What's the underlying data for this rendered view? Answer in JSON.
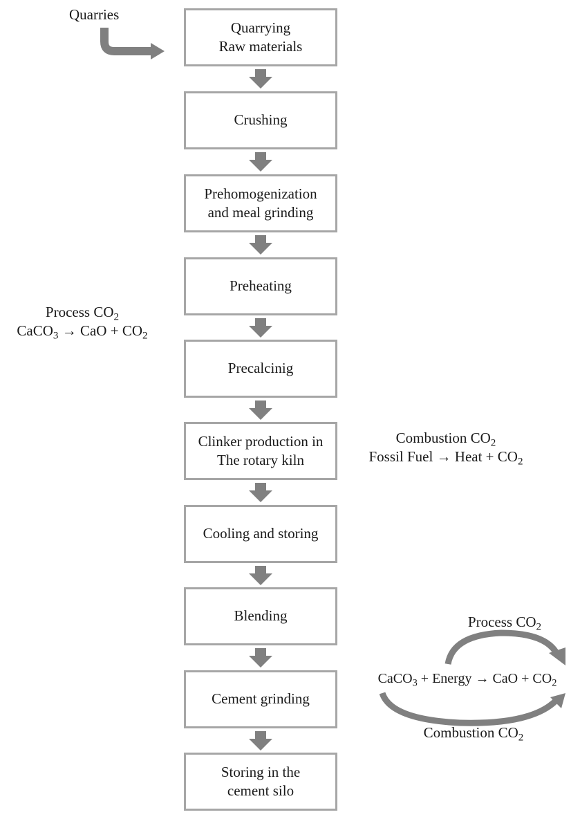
{
  "quarries_label": "Quarries",
  "steps": [
    {
      "lines": [
        "Quarrying",
        "Raw materials"
      ]
    },
    {
      "lines": [
        "Crushing"
      ]
    },
    {
      "lines": [
        "Prehomogenization",
        "and meal grinding"
      ]
    },
    {
      "lines": [
        "Preheating"
      ]
    },
    {
      "lines": [
        "Precalcinig"
      ]
    },
    {
      "lines": [
        "Clinker production in",
        "The rotary kiln"
      ]
    },
    {
      "lines": [
        "Cooling and storing"
      ]
    },
    {
      "lines": [
        "Blending"
      ]
    },
    {
      "lines": [
        "Cement grinding"
      ]
    },
    {
      "lines": [
        "Storing in the",
        "cement silo"
      ]
    }
  ],
  "process_note": {
    "title": "Process CO",
    "title_sub": "2",
    "eq_a": "CaCO",
    "eq_a_sub": "3",
    "eq_b": " → CaO + CO",
    "eq_b_sub": "2"
  },
  "combustion_note": {
    "title": "Combustion CO",
    "title_sub": "2",
    "eq": "Fossil Fuel → Heat + CO",
    "eq_sub": "2"
  },
  "cycle": {
    "top_label": "Process CO",
    "top_label_sub": "2",
    "eq_a": "CaCO",
    "eq_a_sub": "3",
    "eq_b": " + Energy → CaO + CO",
    "eq_b_sub": "2",
    "bottom_label": "Combustion CO",
    "bottom_label_sub": "2"
  },
  "colors": {
    "box_border": "#a6a6a6",
    "arrow": "#808080",
    "text": "#1a1a1a"
  }
}
